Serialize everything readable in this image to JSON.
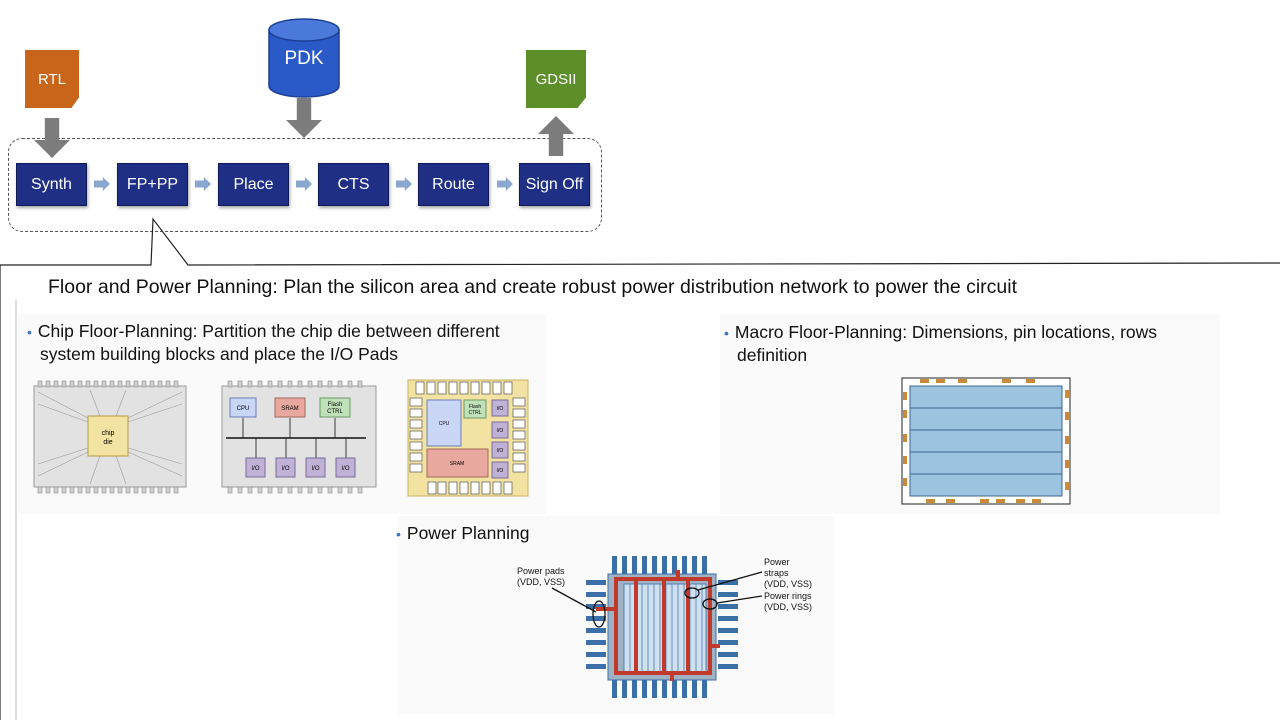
{
  "flow": {
    "inputs": {
      "rtl": "RTL",
      "pdk": "PDK",
      "gdsii": "GDSII"
    },
    "stages": [
      "Synth",
      "FP+PP",
      "Place",
      "CTS",
      "Route",
      "Sign Off"
    ],
    "colors": {
      "stage": "#1f2f86",
      "rtl": "#c8651b",
      "pdk": "#2a5ac7",
      "gdsii": "#5c8f2a"
    }
  },
  "headline": "Floor and Power Planning: Plan the silicon area and create robust power distribution network to power the circuit",
  "chip_fp": {
    "line1": "Chip Floor-Planning: Partition the chip die between different",
    "line2": "system building blocks and place the I/O Pads",
    "fig1": {
      "die": "chip",
      "die2": "die"
    },
    "fig2": {
      "cpu": "CPU",
      "sram": "SRAM",
      "flash1": "Flash",
      "flash2": "CTRL",
      "io": "I/O"
    },
    "fig3": {
      "cpu": "CPU",
      "flash1": "Flash",
      "flash2": "CTRL",
      "sram": "SRAM",
      "io": "I/O"
    }
  },
  "macro_fp": {
    "line1": "Macro Floor-Planning: Dimensions, pin locations, rows",
    "line2": "definition"
  },
  "power": {
    "title": "Power Planning",
    "pads": [
      "Power pads",
      "(VDD, VSS)"
    ],
    "straps": [
      "Power",
      "straps",
      "(VDD, VSS)"
    ],
    "rings": [
      "Power rings",
      "(VDD, VSS)"
    ]
  }
}
